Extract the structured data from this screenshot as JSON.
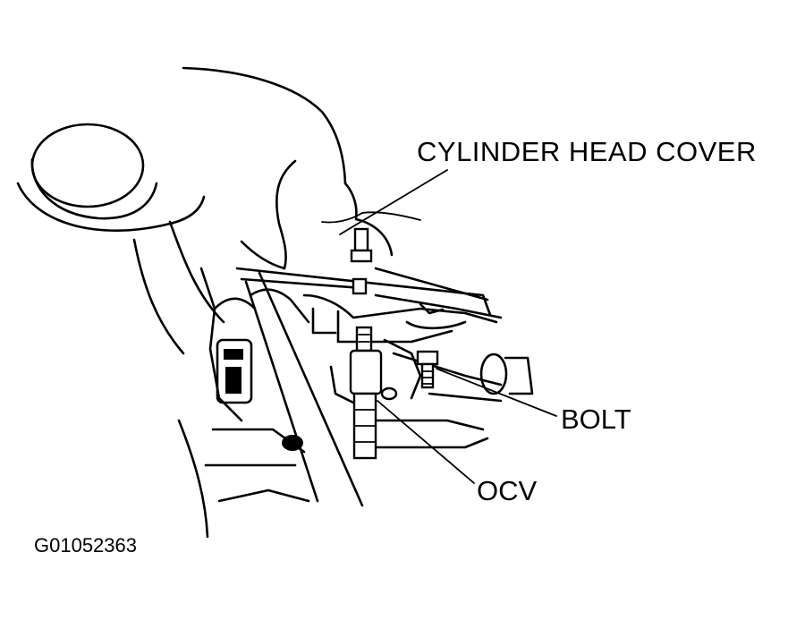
{
  "labels": {
    "cylinder_head_cover": "CYLINDER HEAD COVER",
    "bolt": "BOLT",
    "ocv": "OCV"
  },
  "figure_code": "G01052363"
}
